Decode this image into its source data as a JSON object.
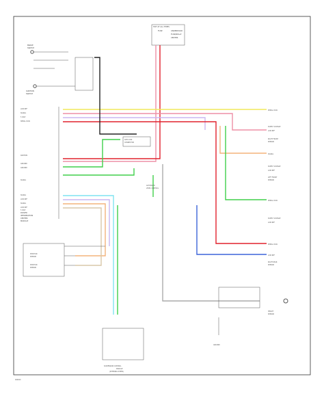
{
  "colors": {
    "pink": "#ee8fa6",
    "red": "#e0202c",
    "yellow": "#f2e85a",
    "orange": "#f3b37a",
    "lavender": "#cab6f0",
    "blue": "#3b63d9",
    "green": "#3fcf4a",
    "cyan": "#7fe3f0",
    "black": "#222222",
    "gray": "#aaaaaa",
    "tan": "#d9c7a8"
  },
  "labels": {
    "top_block": [
      "HOT AT ALL TIMES",
      "FUSE",
      "UNDERHOOD",
      "FUSE/RELAY",
      "CENTER"
    ],
    "left_top": [
      "BRAKE",
      "SWITCH",
      "IGNITION",
      "SWITCH"
    ],
    "module": [
      "DRIVER",
      "INFORMATION",
      "CENTER",
      "MODULE"
    ],
    "pins_left": [
      "LOW REF",
      "SIGNAL",
      "5 VOLT",
      "SERIAL DATA",
      "IGNITION",
      "GROUND",
      "GROUND",
      "SIGNAL",
      "SIGNAL",
      "LOW REF",
      "SIGNAL",
      "LOW REF",
      "5 VOLT"
    ],
    "right_side": [
      "SERIAL DATA",
      "SUPPLY VOLTAGE",
      "LOW REF",
      "SIGNAL",
      "SUPPLY VOLTAGE",
      "LOW REF",
      "SERIAL DATA",
      "SUPPLY VOLTAGE",
      "LOW REF",
      "SERIAL DATA",
      "LOW REF"
    ],
    "right_components": [
      "RIGHT FRONT",
      "SENSOR",
      "LEFT FRONT",
      "SENSOR",
      "RIGHT REAR",
      "SENSOR"
    ],
    "middle_components": [
      "DATA LINK",
      "CONNECTOR",
      "AUTOMATIC",
      "LEVEL CONTROL"
    ],
    "left_bottom": [
      "POSITION",
      "SENSOR",
      "POSITION",
      "SENSOR"
    ],
    "bottom_center": [
      "SUSPENSION CONTROL",
      "MODULE",
      "(STEERING WHEEL)"
    ],
    "bottom_right": [
      "HEIGHT",
      "SENSOR",
      "GROUND"
    ],
    "footer": "000000"
  }
}
